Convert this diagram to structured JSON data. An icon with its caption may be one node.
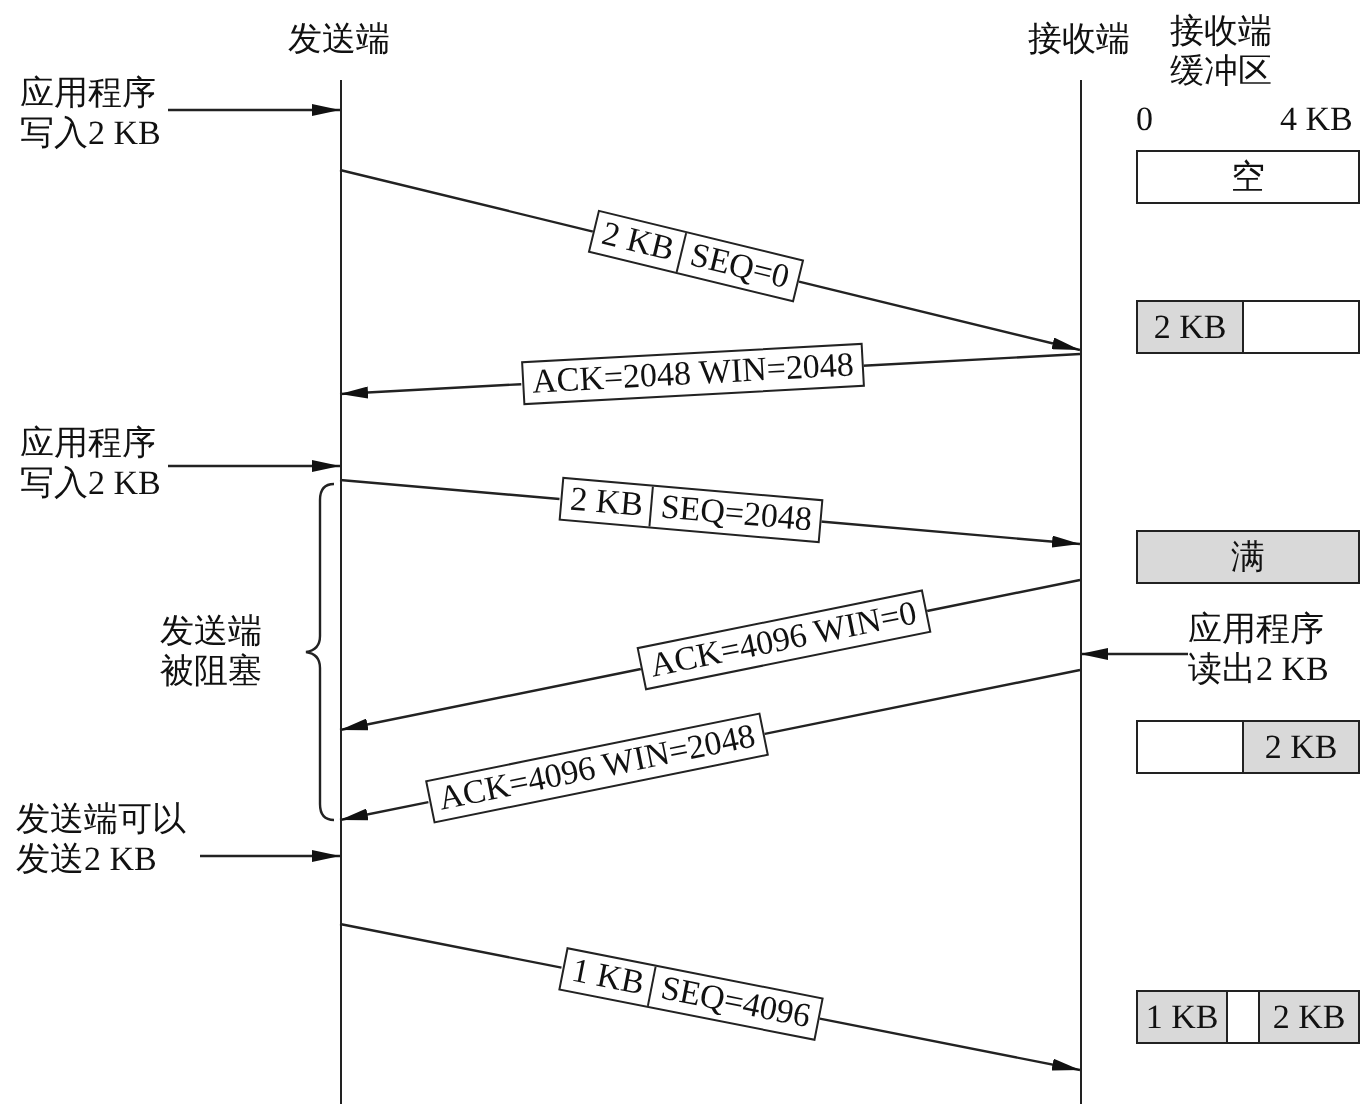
{
  "diagram": {
    "nodes": [
      {
        "text": [
          "发送端"
        ]
      },
      {
        "text": [
          "接收端"
        ]
      },
      {
        "text": [
          "应用程序写入2 KB"
        ]
      },
      {
        "text": [
          "空"
        ]
      },
      {
        "text": [
          "2 KB",
          "SEQ=0"
        ]
      },
      {
        "text": [
          "2 KB"
        ]
      },
      {
        "text": [
          "ACK=2048 WIN=2048"
        ]
      },
      {
        "text": [
          "应用程序写入2 KB"
        ]
      },
      {
        "text": [
          "2 KB",
          "SEQ=2048"
        ]
      },
      {
        "text": [
          "满"
        ]
      },
      {
        "text": [
          "ACK=4096 WIN=0"
        ]
      },
      {
        "text": [
          "应用程序读出2 KB"
        ]
      },
      {
        "text": [
          "ACK=4096 WIN=2048"
        ]
      },
      {
        "text": [
          "2 KB"
        ]
      },
      {
        "text": [
          "发送端可以发送2 KB"
        ]
      },
      {
        "text": [
          "1 KB",
          "SEQ=4096"
        ]
      },
      {
        "text": [
          "1 KB",
          "2 KB"
        ]
      }
    ],
    "edges": [
      {
        "from": 2,
        "to": 0,
        "arrow": "to"
      },
      {
        "from": 0,
        "to": 4,
        "arrow": "none"
      },
      {
        "from": 4,
        "to": 1,
        "arrow": "to"
      },
      {
        "from": 1,
        "to": 6,
        "arrow": "none"
      },
      {
        "from": 6,
        "to": 0,
        "arrow": "to"
      },
      {
        "from": 7,
        "to": 0,
        "arrow": "to"
      },
      {
        "from": 0,
        "to": 8,
        "arrow": "none"
      },
      {
        "from": 8,
        "to": 1,
        "arrow": "to"
      },
      {
        "from": 1,
        "to": 10,
        "arrow": "none"
      },
      {
        "from": 10,
        "to": 0,
        "arrow": "to"
      },
      {
        "from": 11,
        "to": 1,
        "arrow": "to"
      },
      {
        "from": 1,
        "to": 12,
        "arrow": "none"
      },
      {
        "from": 12,
        "to": 0,
        "arrow": "to"
      },
      {
        "from": 14,
        "to": 0,
        "arrow": "to"
      },
      {
        "from": 0,
        "to": 15,
        "arrow": "none"
      },
      {
        "from": 15,
        "to": 1,
        "arrow": "to"
      }
    ],
    "labels": [
      "接收端缓冲区",
      "0",
      "4 KB",
      "发送端被阻塞"
    ]
  }
}
